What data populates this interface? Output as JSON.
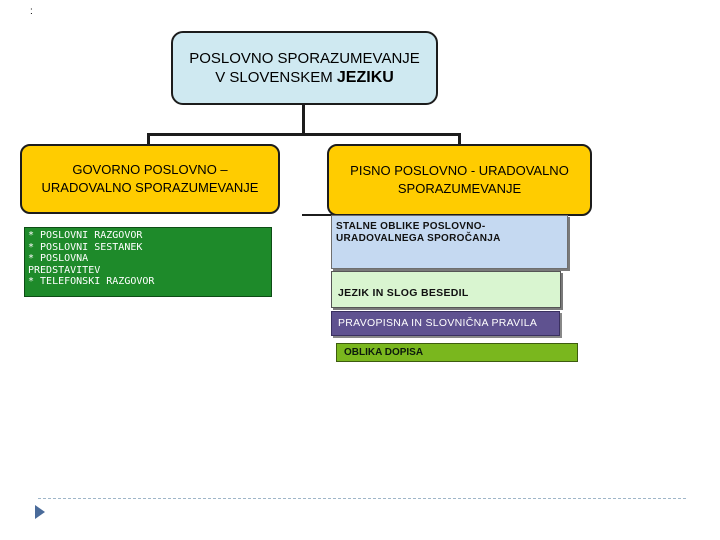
{
  "corner_mark": ":",
  "root": {
    "line1": "POSLOVNO SPORAZUMEVANJE",
    "line2_prefix": "V SLOVENSKEM ",
    "line2_bold": "JEZIKU"
  },
  "left_branch": {
    "line1": "GOVORNO POSLOVNO –",
    "line2": "URADOVALNO SPORAZUMEVANJE",
    "items": [
      "* POSLOVNI RAZGOVOR",
      "* POSLOVNI SESTANEK",
      "* POSLOVNA",
      "PREDSTAVITEV",
      "* TELEFONSKI RAZGOVOR"
    ]
  },
  "right_branch": {
    "line1": "PISNO POSLOVNO - URADOVALNO",
    "line2": "SPORAZUMEVANJE",
    "items": {
      "forms_line1": "STALNE OBLIKE POSLOVNO-",
      "forms_line2": "URADOVALNEGA SPOROČANJA",
      "style": "JEZIK IN SLOG BESEDIL",
      "orthography": "PRAVOPISNA IN SLOVNIČNA PRAVILA",
      "letter_form": "OBLIKA DOPISA"
    }
  },
  "colors": {
    "root_fill": "#cfe9f1",
    "branch_fill": "#ffcc00",
    "list_fill": "#1e8a2a",
    "forms_fill": "#c5d9f1",
    "style_fill": "#d9f5d0",
    "orthography_fill": "#5f5290",
    "letter_form_fill": "#7ab71e"
  },
  "icons": {
    "footer_arrow": "play-arrow-icon"
  }
}
